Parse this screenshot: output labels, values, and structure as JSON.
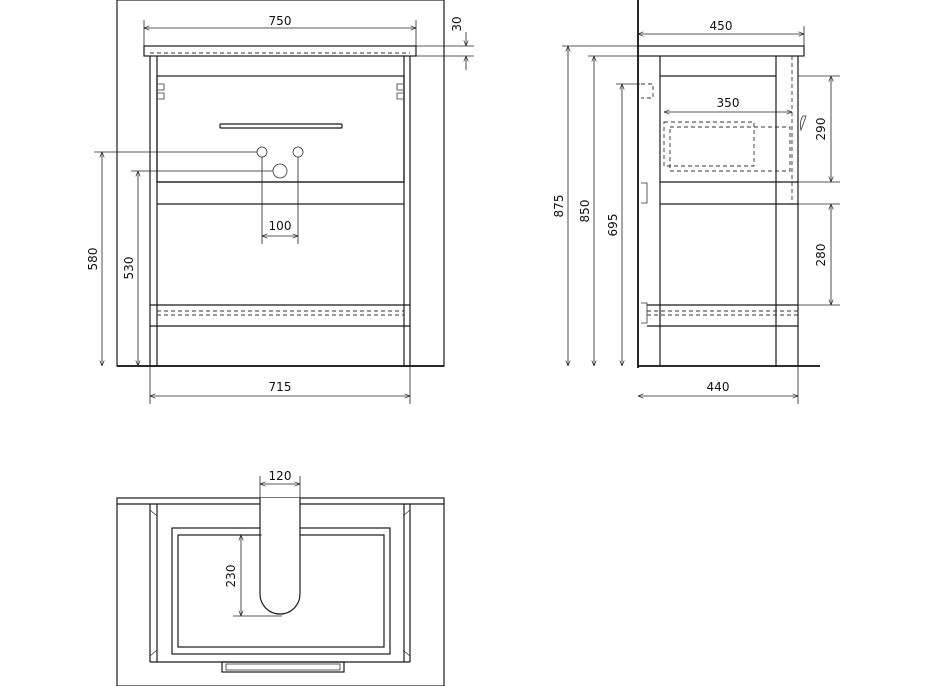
{
  "front_view": {
    "width_top": "750",
    "top_thickness": "30",
    "height_580": "580",
    "height_530": "530",
    "tap_spacing": "100",
    "width_body": "715"
  },
  "side_view": {
    "depth_top": "450",
    "height_875": "875",
    "height_850": "850",
    "height_695": "695",
    "drawer_depth": "350",
    "drawer_height": "290",
    "shelf_gap": "280",
    "depth_body": "440"
  },
  "top_view": {
    "cutout_width": "120",
    "cutout_depth": "230"
  }
}
